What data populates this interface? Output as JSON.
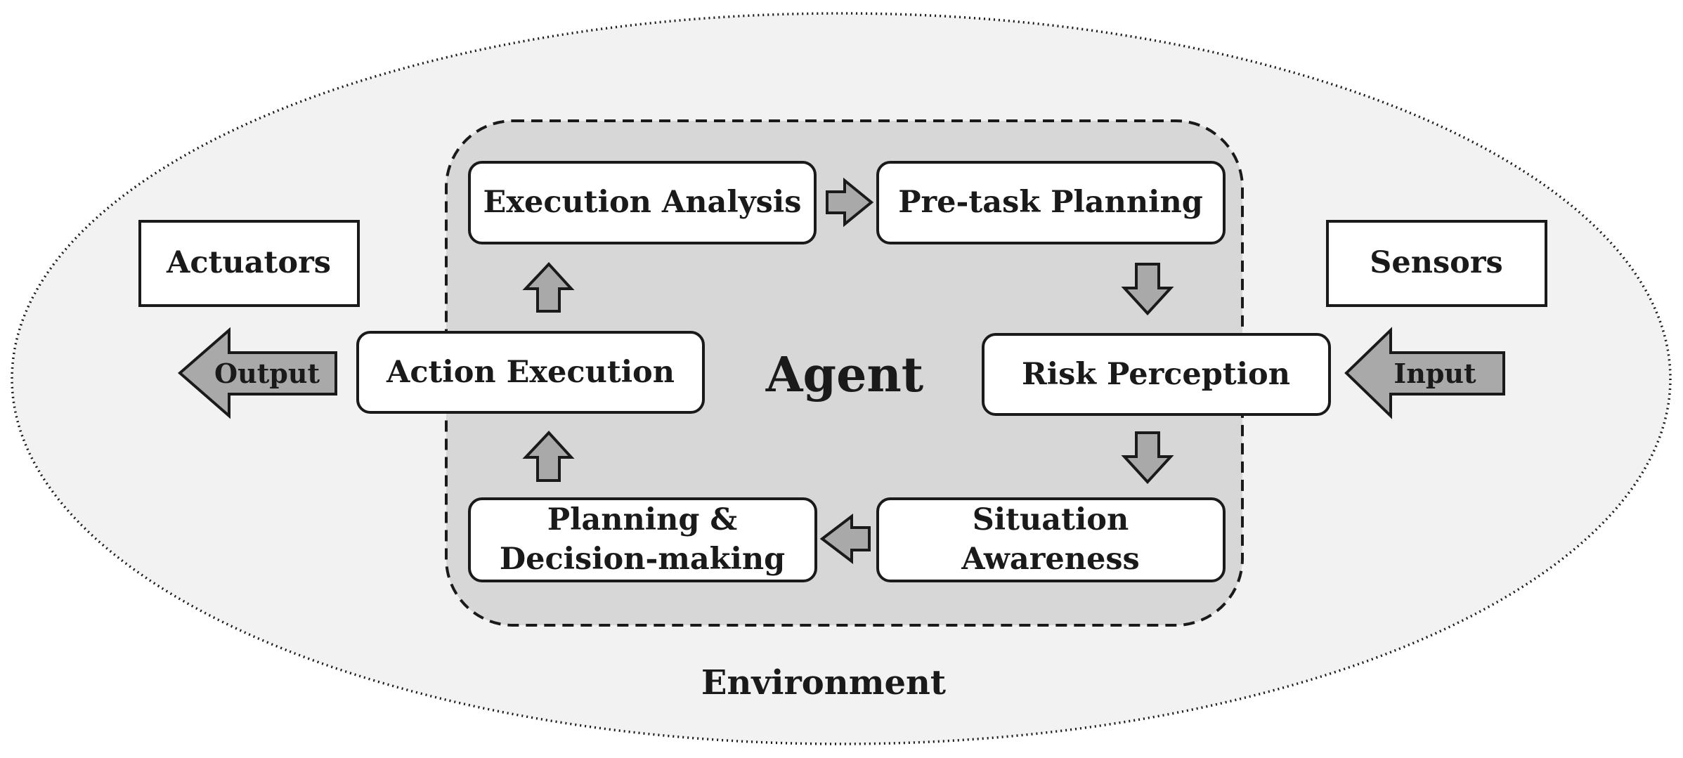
{
  "environment_label": "Environment",
  "agent_label": "Agent",
  "nodes": {
    "execution_analysis": "Execution Analysis",
    "pre_task_planning": "Pre-task Planning",
    "risk_perception": "Risk Perception",
    "situation_awareness": [
      "Situation",
      "Awareness"
    ],
    "planning_decision": [
      "Planning &",
      "Decision-making"
    ],
    "action_execution": "Action Execution"
  },
  "actuators_label": "Actuators",
  "sensors_label": "Sensors",
  "output_label": "Output",
  "input_label": "Input",
  "colors": {
    "environment_fill": "#f2f2f2",
    "agent_fill": "#d7d7d7",
    "arrow_fill": "#a9a9a9",
    "stroke": "#1a1a1a"
  }
}
